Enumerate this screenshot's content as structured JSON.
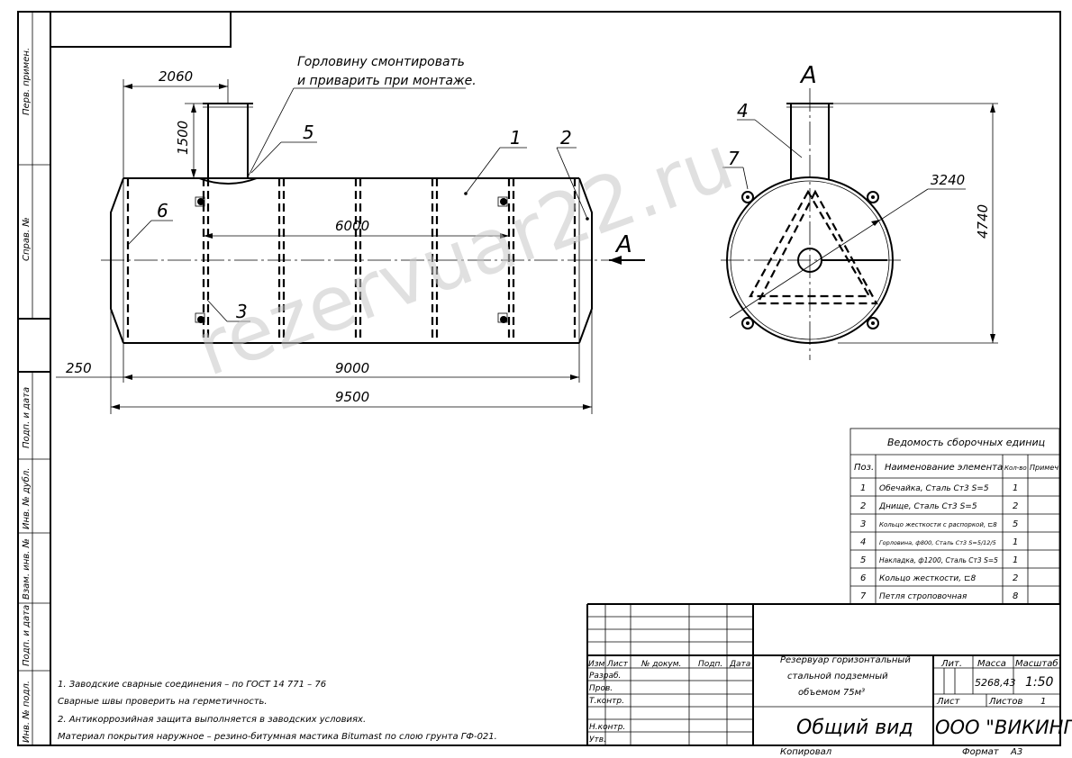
{
  "watermark": "rezervuar22.ru",
  "side_stamps": [
    "Перв. примен.",
    "Справ. №",
    "Подп. и дата",
    "Инв. № дубл.",
    "Взам. инв. №",
    "Подп. и дата",
    "Инв. № подл."
  ],
  "drawing": {
    "note_top_line1": "Горловину смонтировать",
    "note_top_line2": "и приварить при монтаже.",
    "dim_2060": "2060",
    "dim_1500": "1500",
    "dim_6000": "6000",
    "dim_250": "250",
    "dim_9000": "9000",
    "dim_9500": "9500",
    "dim_3240": "3240",
    "dim_4740": "4740",
    "section_letter": "А",
    "view_title": "А",
    "positions": [
      "1",
      "2",
      "3",
      "4",
      "5",
      "6",
      "7"
    ]
  },
  "bom": {
    "title": "Ведомость сборочных единиц",
    "headers": [
      "Поз.",
      "Наименование элемента",
      "Кол-во",
      "Примеч"
    ],
    "rows": [
      {
        "pos": "1",
        "name": "Обечайка, Сталь Ст3 S=5",
        "qty": "1"
      },
      {
        "pos": "2",
        "name": "Днище, Сталь Ст3 S=5",
        "qty": "2"
      },
      {
        "pos": "3",
        "name": "Кольцо жесткости с распоркой, ⊏8",
        "qty": "5"
      },
      {
        "pos": "4",
        "name": "Горловина, ф800, Сталь Ст3 S=5/12/5",
        "qty": "1"
      },
      {
        "pos": "5",
        "name": "Накладка, ф1200, Сталь Ст3 S=5",
        "qty": "1"
      },
      {
        "pos": "6",
        "name": "Кольцо жесткости, ⊏8",
        "qty": "2"
      },
      {
        "pos": "7",
        "name": "Петля строповочная",
        "qty": "8"
      }
    ]
  },
  "notes": [
    "1. Заводские сварные соединения – по ГОСТ 14 771 – 76",
    "Сварные швы проверить на герметичность.",
    "2. Антикоррозийная защита выполняется в заводских условиях.",
    "Материал покрытия наружное – резино-битумная мастика Bitumast по слою грунта ГФ-021."
  ],
  "title_block": {
    "col_headers": [
      "Изм",
      "Лист",
      "№ докум.",
      "Подп.",
      "Дата"
    ],
    "row_labels": [
      "Разраб.",
      "Пров.",
      "Т.контр.",
      "",
      "Н.контр.",
      "Утв."
    ],
    "description_line1": "Резервуар горизонтальный",
    "description_line2": "стальной подземный",
    "description_line3": "объемом 75м³",
    "drawing_name": "Общий вид",
    "lit_label": "Лит.",
    "mass_label": "Масса",
    "scale_label": "Масштаб",
    "mass_value": "5268,43",
    "scale_value": "1:50",
    "sheet_label": "Лист",
    "sheets_label": "Листов",
    "sheets_value": "1",
    "company": "ООО \"ВИКИНГ\"",
    "copied": "Копировал",
    "format_label": "Формат",
    "format_value": "А3"
  }
}
